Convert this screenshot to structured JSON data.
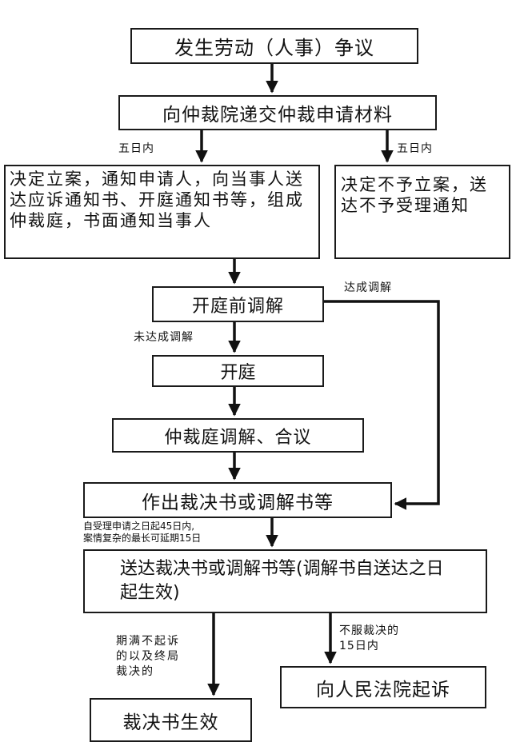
{
  "nodes": {
    "dispute": "发生劳动（人事）争议",
    "submit": "向仲裁院递交仲裁申请材料",
    "accept": "决定立案，通知申请人，向当事人送达应诉通知书、开庭通知书等，组成仲裁庭，书面通知当事人",
    "reject": "决定不予立案，送达不予受理通知",
    "pre_mediation": "开庭前调解",
    "hearing": "开庭",
    "tribunal": "仲裁庭调解、合议",
    "award": "作出裁决书或调解书等",
    "deliver": "送达裁决书或调解书等(调解书自送达之日起生效)",
    "effective": "裁决书生效",
    "lawsuit": "向人民法院起诉"
  },
  "labels": {
    "five_days_left": "五日内",
    "five_days_right": "五日内",
    "mediation_reached": "达成调解",
    "mediation_not_reached": "未达成调解",
    "deadline_line1": "自受理申请之日起45日内,",
    "deadline_line2": "案情复杂的最长可延期15日",
    "expired_line1": "期满不起诉",
    "expired_line2": "的以及终局",
    "expired_line3": "裁决的",
    "refuse_line1": "不服裁决的",
    "refuse_line2": "15日内"
  }
}
